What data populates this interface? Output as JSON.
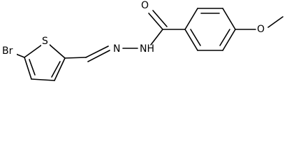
{
  "atoms": {
    "bromine": "Br",
    "sulfur": "S",
    "carbonyl_oxygen": "O",
    "methoxy_oxygen": "O",
    "imine_nitrogen": "N",
    "amide_nitrogen": "NH",
    "hydrazide_hydrogen": "H"
  }
}
